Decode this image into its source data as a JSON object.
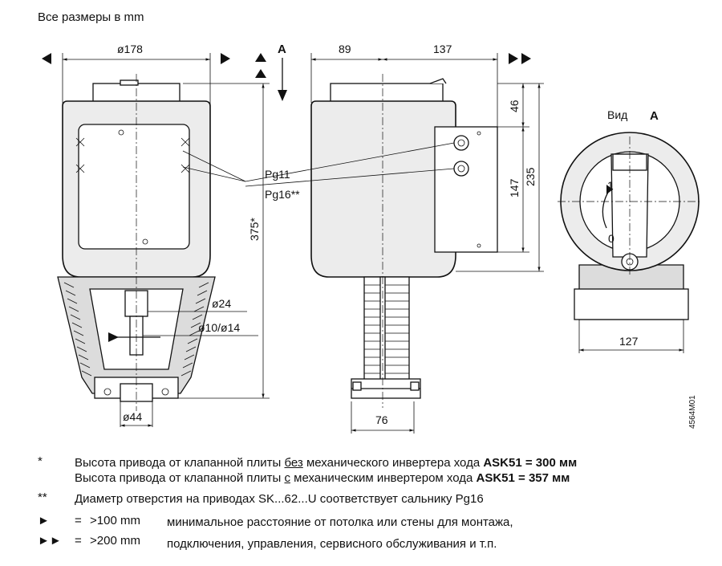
{
  "header": {
    "title": "Все размеры в mm"
  },
  "dimensions": {
    "front_width": "ø178",
    "side_left": "89",
    "side_right": "137",
    "top_offset": "46",
    "box_height": "147",
    "overall_height_side": "235",
    "overall_height_front": "375*",
    "d24": "ø24",
    "d10_14": "ø10/ø14",
    "d44": "ø44",
    "stem_width": "76",
    "view_width": "127"
  },
  "labels": {
    "view_arrow": "A",
    "view_title": "Вид",
    "view_letter": "A",
    "cable_pg11": "Pg11",
    "cable_pg16": "Pg16**",
    "drawing_id": "4564M01",
    "dial_1": "1",
    "dial_0": "0"
  },
  "notes": {
    "n1_mark": "*",
    "n1_a_pre": "Высота привода от клапанной плиты ",
    "n1_a_u": "без",
    "n1_a_mid": " механического инвертера хода ",
    "n1_a_bold": "ASK51 = 300 мм",
    "n1_b_pre": "Высота привода от клапанной плиты ",
    "n1_b_u": "с",
    "n1_b_mid": " механическим инвертером хода ",
    "n1_b_bold": "ASK51 = 357 мм",
    "n2_mark": "**",
    "n2_text": "Диаметр отверстия на приводах SK...62...U соответствует сальнику Pg16",
    "n3_mark": "►",
    "n3_eq": "=",
    "n3_val": ">100 mm",
    "n3_text": "минимальное расстояние от потолка или стены для монтажа,",
    "n4_mark": "►►",
    "n4_eq": "=",
    "n4_val": ">200 mm",
    "n4_text": "подключения, управления, сервисного обслуживания и т.п."
  }
}
